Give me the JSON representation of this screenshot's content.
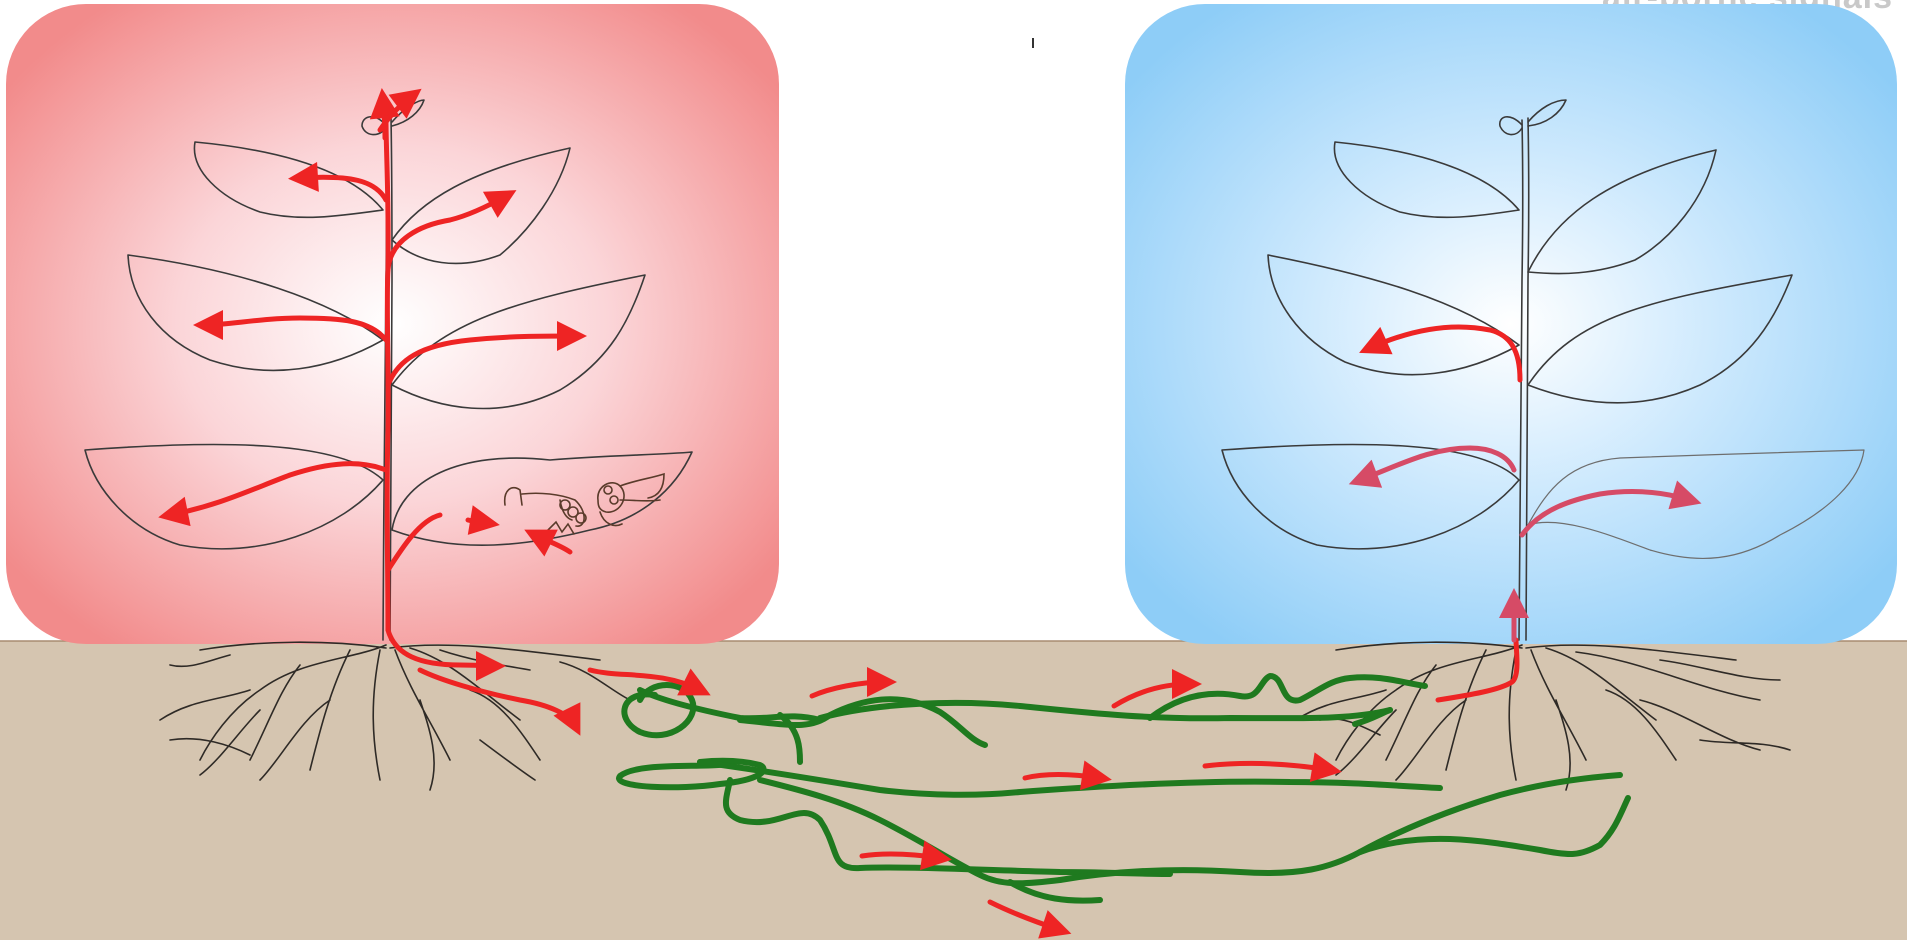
{
  "figure": {
    "corner_caption": "air-borne signals",
    "colors": {
      "attacked_panel": "#f28b8b",
      "receiver_panel": "#8ecdf7",
      "soil": "#d5c5b0",
      "mycorrhizal_network": "#1f7a1f",
      "signal_red": "#ee2424",
      "signal_pink": "#d64b66"
    },
    "icons": [
      "left-plant",
      "right-plant",
      "insect-larva-1",
      "insect-larva-2",
      "root-system-left",
      "root-system-right",
      "mycelium-network",
      "signal-arrows"
    ]
  }
}
